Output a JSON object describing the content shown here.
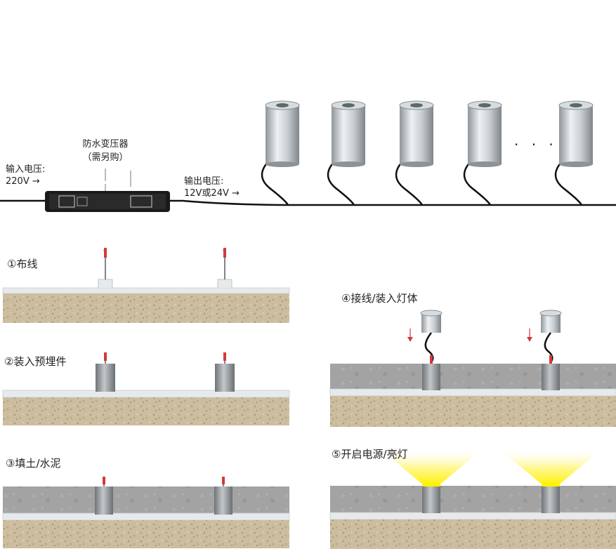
{
  "top": {
    "transformer_label": "防水变压器",
    "transformer_note": "（需另购）",
    "input_label": "输入电压:",
    "input_value": "220V →",
    "output_label": "输出电压:",
    "output_value": "12V或24V →",
    "ellipsis": "· · ·"
  },
  "steps": [
    {
      "label": "①布线"
    },
    {
      "label": "②装入预埋件"
    },
    {
      "label": "③填土/水泥"
    },
    {
      "label": "④接线/装入灯体"
    },
    {
      "label": "⑤开启电源/亮灯"
    }
  ],
  "colors": {
    "cable": "#111111",
    "soil": "#c9b99a",
    "concrete": "#9a9a9a",
    "pipe": "#dfe3e6",
    "lamp_body": "#b9bec2",
    "light_beam": "#fff23a",
    "wire_red": "#d23a3a"
  }
}
